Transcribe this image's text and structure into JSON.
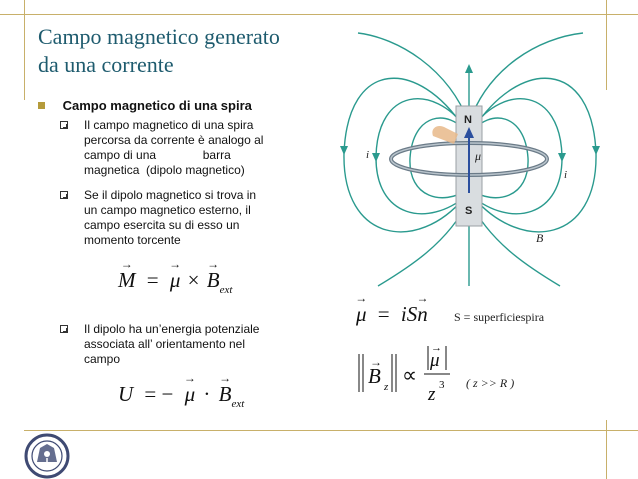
{
  "title": {
    "line1": "Campo magnetico generato",
    "line2": "da una corrente"
  },
  "main_bullet": "Campo magnetico di una spira",
  "sub_bullets": [
    {
      "lines": [
        "Il campo magnetico di una spira",
        "percorsa da corrente è analogo al",
        "campo di una              barra",
        "magnetica  (dipolo magnetico)"
      ]
    },
    {
      "lines": [
        "Se il dipolo magnetico si trova in",
        "un campo magnetico esterno, il",
        "campo esercita su di esso un",
        "momento torcente"
      ]
    },
    {
      "lines": [
        "Il dipolo ha un’energia potenziale",
        "associata all’ orientamento nel",
        "campo"
      ]
    }
  ],
  "formulas": {
    "torque": {
      "M": "M",
      "eq": "=",
      "mu": "μ",
      "times": "×",
      "B": "B",
      "sub": "ext"
    },
    "energy": {
      "U": "U",
      "eq": "= −",
      "mu": "μ",
      "dot": "·",
      "B": "B",
      "sub": "ext"
    },
    "moment": {
      "mu": "μ",
      "eq": "=",
      "i": "i",
      "S": "S",
      "n": "n"
    },
    "field": {
      "B": "B",
      "z_sub": "z",
      "prop": "∝",
      "mu": "μ",
      "z": "z",
      "exp": "3"
    }
  },
  "notes": {
    "surface": "S  =  superficiespira",
    "condition": "( z  >>  R )"
  },
  "diagram_labels": {
    "north": "N",
    "south": "S",
    "mu": "μ",
    "current_left": "i",
    "current_right": "i",
    "field": "B"
  },
  "colors": {
    "title": "#1e5b6e",
    "accent_bullet": "#b59b3b",
    "field_lines": "#2a9a8e",
    "magnet": "#d9dde0",
    "arrow": "#2b4f9e"
  }
}
